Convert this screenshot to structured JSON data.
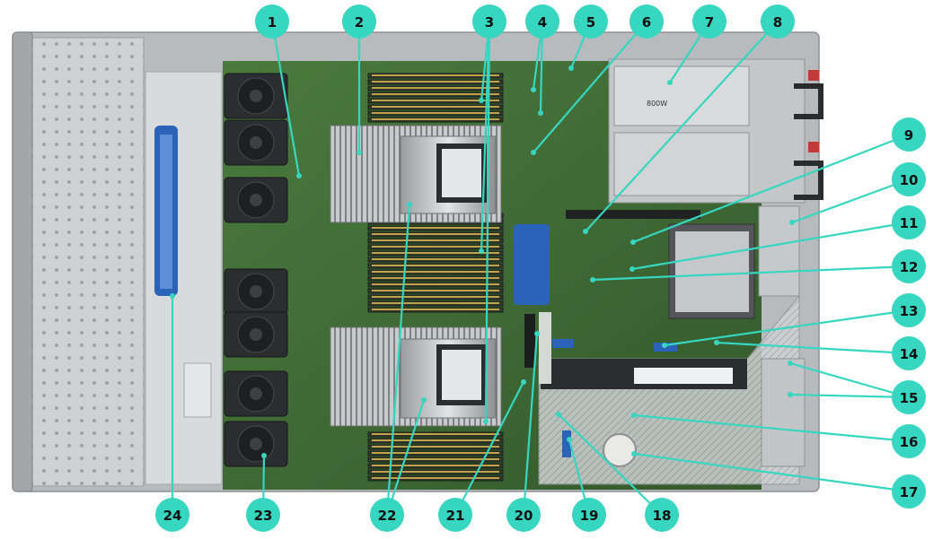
{
  "diagram": {
    "callouts": [
      {
        "id": "1",
        "label": "1"
      },
      {
        "id": "2",
        "label": "2"
      },
      {
        "id": "3",
        "label": "3"
      },
      {
        "id": "4",
        "label": "4"
      },
      {
        "id": "5",
        "label": "5"
      },
      {
        "id": "6",
        "label": "6"
      },
      {
        "id": "7",
        "label": "7"
      },
      {
        "id": "8",
        "label": "8"
      },
      {
        "id": "9",
        "label": "9"
      },
      {
        "id": "10",
        "label": "10"
      },
      {
        "id": "11",
        "label": "11"
      },
      {
        "id": "12",
        "label": "12"
      },
      {
        "id": "13",
        "label": "13"
      },
      {
        "id": "14",
        "label": "14"
      },
      {
        "id": "15",
        "label": "15"
      },
      {
        "id": "16",
        "label": "16"
      },
      {
        "id": "17",
        "label": "17"
      },
      {
        "id": "18",
        "label": "18"
      },
      {
        "id": "19",
        "label": "19"
      },
      {
        "id": "20",
        "label": "20"
      },
      {
        "id": "21",
        "label": "21"
      },
      {
        "id": "22",
        "label": "22"
      },
      {
        "id": "23",
        "label": "23"
      },
      {
        "id": "24",
        "label": "24"
      }
    ],
    "psu_label": "800W",
    "colors": {
      "callout": "#36d6c0",
      "board": "#3e6a35",
      "chassis": "#c9cccf",
      "fan": "#2b2d30",
      "dimm": "#2f3a2c",
      "latch_blue": "#2a63b8"
    }
  }
}
